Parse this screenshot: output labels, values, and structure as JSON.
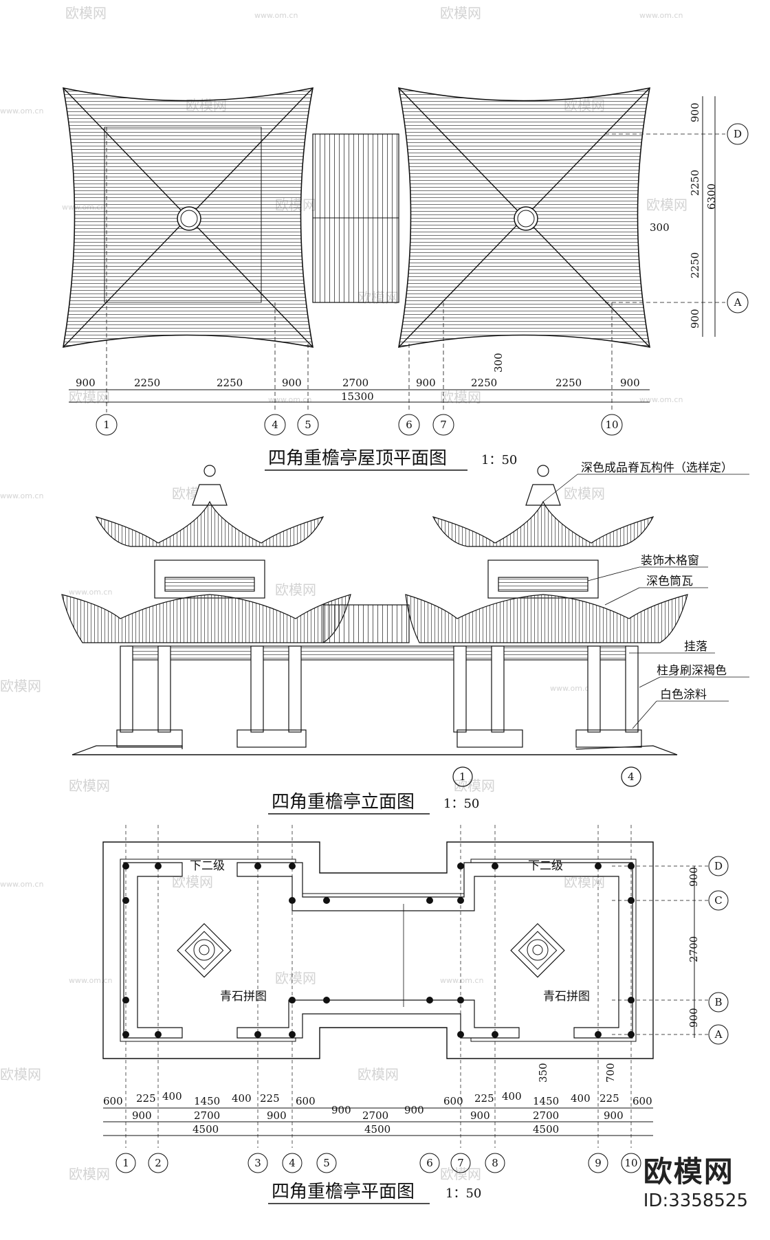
{
  "watermark": {
    "text": "欧模网",
    "url": "www.om.cn"
  },
  "brand": {
    "name": "欧模网",
    "id": "ID:3358525"
  },
  "roof_plan": {
    "title": "四角重檐亭屋顶平面图",
    "scale": "1：50",
    "dims_bottom": [
      "900",
      "2250",
      "2250",
      "900",
      "2700",
      "900",
      "2250",
      "2250",
      "900"
    ],
    "total": "15300",
    "dims_right": [
      "900",
      "2250",
      "2250",
      "900"
    ],
    "total_right": "6300",
    "dim_300_a": "300",
    "dim_300_b": "300",
    "axes_bottom": [
      "1",
      "4",
      "5",
      "6",
      "7",
      "10"
    ],
    "axes_right": [
      "D",
      "A"
    ]
  },
  "elevation": {
    "title": "四角重檐亭立面图",
    "scale": "1：50",
    "notes": [
      "深色成品脊瓦构件（选样定）",
      "装饰木格窗",
      "深色筒瓦",
      "挂落",
      "柱身刷深褐色",
      "白色涂料"
    ],
    "axes": [
      "1",
      "4"
    ]
  },
  "floor_plan": {
    "title": "四角重檐亭平面图",
    "scale": "1：50",
    "step_labels": [
      "下二级",
      "下二级"
    ],
    "pattern_labels": [
      "青石拼图",
      "青石拼图"
    ],
    "dims_row1": [
      "600",
      "225",
      "400",
      "1450",
      "400",
      "225",
      "600",
      "600",
      "225",
      "400",
      "1450",
      "400",
      "225",
      "600"
    ],
    "dims_row2": [
      "900",
      "2700",
      "900",
      "900",
      "2700",
      "900",
      "900",
      "2700",
      "900"
    ],
    "dims_row3": [
      "4500",
      "4500",
      "4500"
    ],
    "dims_right": [
      "900",
      "2700",
      "900"
    ],
    "dim_350": "350",
    "dim_700": "700",
    "axes_bottom": [
      "1",
      "2",
      "3",
      "4",
      "5",
      "6",
      "7",
      "8",
      "9",
      "10"
    ],
    "axes_right": [
      "D",
      "C",
      "B",
      "A"
    ]
  }
}
